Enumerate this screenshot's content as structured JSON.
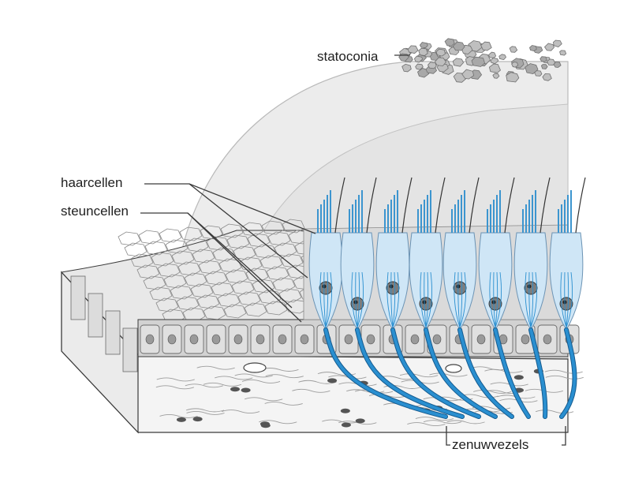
{
  "labels": {
    "statoconia": "statoconia",
    "haarcellen": "haarcellen",
    "steuncellen": "steuncellen",
    "zenuwvezels": "zenuwvezels"
  },
  "colors": {
    "membrane": "#e4e4e4",
    "membrane_light": "#ececec",
    "epithelium": "#d2d2d2",
    "epithelium_top": "#e8e8e8",
    "tissue": "#f4f4f4",
    "tissue_side": "#ebebeb",
    "hair_cell": "#cfe6f6",
    "hair_cell_stroke": "#6b93b4",
    "nerve": "#2a8fd0",
    "nerve_dark": "#155b8f",
    "stereocilia": "#3c95cf",
    "crystal": "#bfbfbf",
    "line": "#3a3a3a"
  },
  "icons": {
    "crystals": "statoconia-crystals",
    "nucleus": "cell-nucleus"
  }
}
